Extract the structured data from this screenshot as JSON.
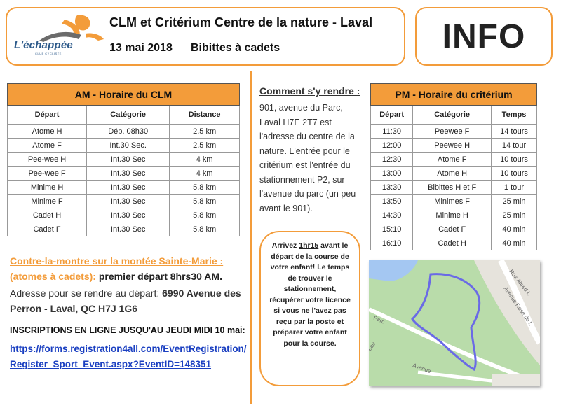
{
  "header": {
    "logo_text": "L'échappée",
    "logo_sub": "CLUB CYCLISTE",
    "title": "CLM et Critérium Centre de la nature - Laval",
    "date": "13 mai 2018",
    "categories": "Bibittes à cadets",
    "info_label": "INFO"
  },
  "am_table": {
    "title": "AM - Horaire du CLM",
    "columns": [
      "Départ",
      "Catégorie",
      "Distance"
    ],
    "rows": [
      [
        "Atome H",
        "Dép. 08h30",
        "2.5 km"
      ],
      [
        "Atome F",
        "Int.30 Sec.",
        "2.5  km"
      ],
      [
        "Pee-wee H",
        "Int.30 Sec",
        "4 km"
      ],
      [
        "Pee-wee F",
        "Int.30 Sec",
        "4 km"
      ],
      [
        "Minime H",
        "Int.30 Sec",
        "5.8 km"
      ],
      [
        "Minime F",
        "Int.30 Sec",
        "5.8 km"
      ],
      [
        "Cadet H",
        "Int.30 Sec",
        "5.8 km"
      ],
      [
        "Cadet F",
        "Int.30 Sec",
        "5.8 km"
      ]
    ]
  },
  "pm_table": {
    "title": "PM - Horaire du critérium",
    "columns": [
      "Départ",
      "Catégorie",
      "Temps"
    ],
    "rows": [
      [
        "11:30",
        "Peewee F",
        "14 tours"
      ],
      [
        "12:00",
        "Peewee H",
        "14 tour"
      ],
      [
        "12:30",
        "Atome F",
        "10 tours"
      ],
      [
        "13:00",
        "Atome H",
        "10 tours"
      ],
      [
        "13:30",
        "Bibittes H et F",
        "1 tour"
      ],
      [
        "13:50",
        "Minimes F",
        "25 min"
      ],
      [
        "14:30",
        "Minime H",
        "25 min"
      ],
      [
        "15:10",
        "Cadet F",
        "40 min"
      ],
      [
        "16:10",
        "Cadet H",
        "40 min"
      ]
    ]
  },
  "how_to": {
    "title": "Comment s'y rendre :",
    "text": "901, avenue du Parc, Laval H7E 2T7 est l'adresse du centre de la nature. L'entrée pour le critérium est l'entrée du stationnement P2, sur l'avenue du parc (un peu avant le 901)."
  },
  "clm": {
    "title_part1": "Contre-la-montre sur la montée Sainte-Marie : (atomes à cadets)",
    "title_part2": ": ",
    "title_part3": "premier départ 8hrs30 AM",
    "title_part4": ".",
    "address_label": "Adresse pour se rendre au départ: ",
    "address_value": "6990 Avenue des Perron - Laval, QC H7J 1G6"
  },
  "inscriptions": {
    "title": "INSCRIPTIONS EN LIGNE JUSQU'AU JEUDI MIDI 10 mai:",
    "link": "https://forms.registration4all.com/EventRegistration/Register_Sport_Event.aspx?EventID=148351"
  },
  "note": {
    "part1": "Arrivez ",
    "part2": "1hr15",
    "part3": " avant le départ de la course de votre enfant! Le temps de trouver le stationnement, récupérer votre licence si vous ne l'avez pas reçu par la poste et préparer votre enfant pour la course."
  },
  "map": {
    "labels": [
      "Rue Alfred L",
      "Avenue Rose de L",
      "Parc",
      "Avenue",
      "eau"
    ],
    "colors": {
      "park": "#b9dcaa",
      "water": "#a4c7f2",
      "route": "#6a6ae6",
      "road": "#ffffff"
    }
  },
  "colors": {
    "accent": "#f39c3a",
    "link": "#1a3fc1"
  }
}
